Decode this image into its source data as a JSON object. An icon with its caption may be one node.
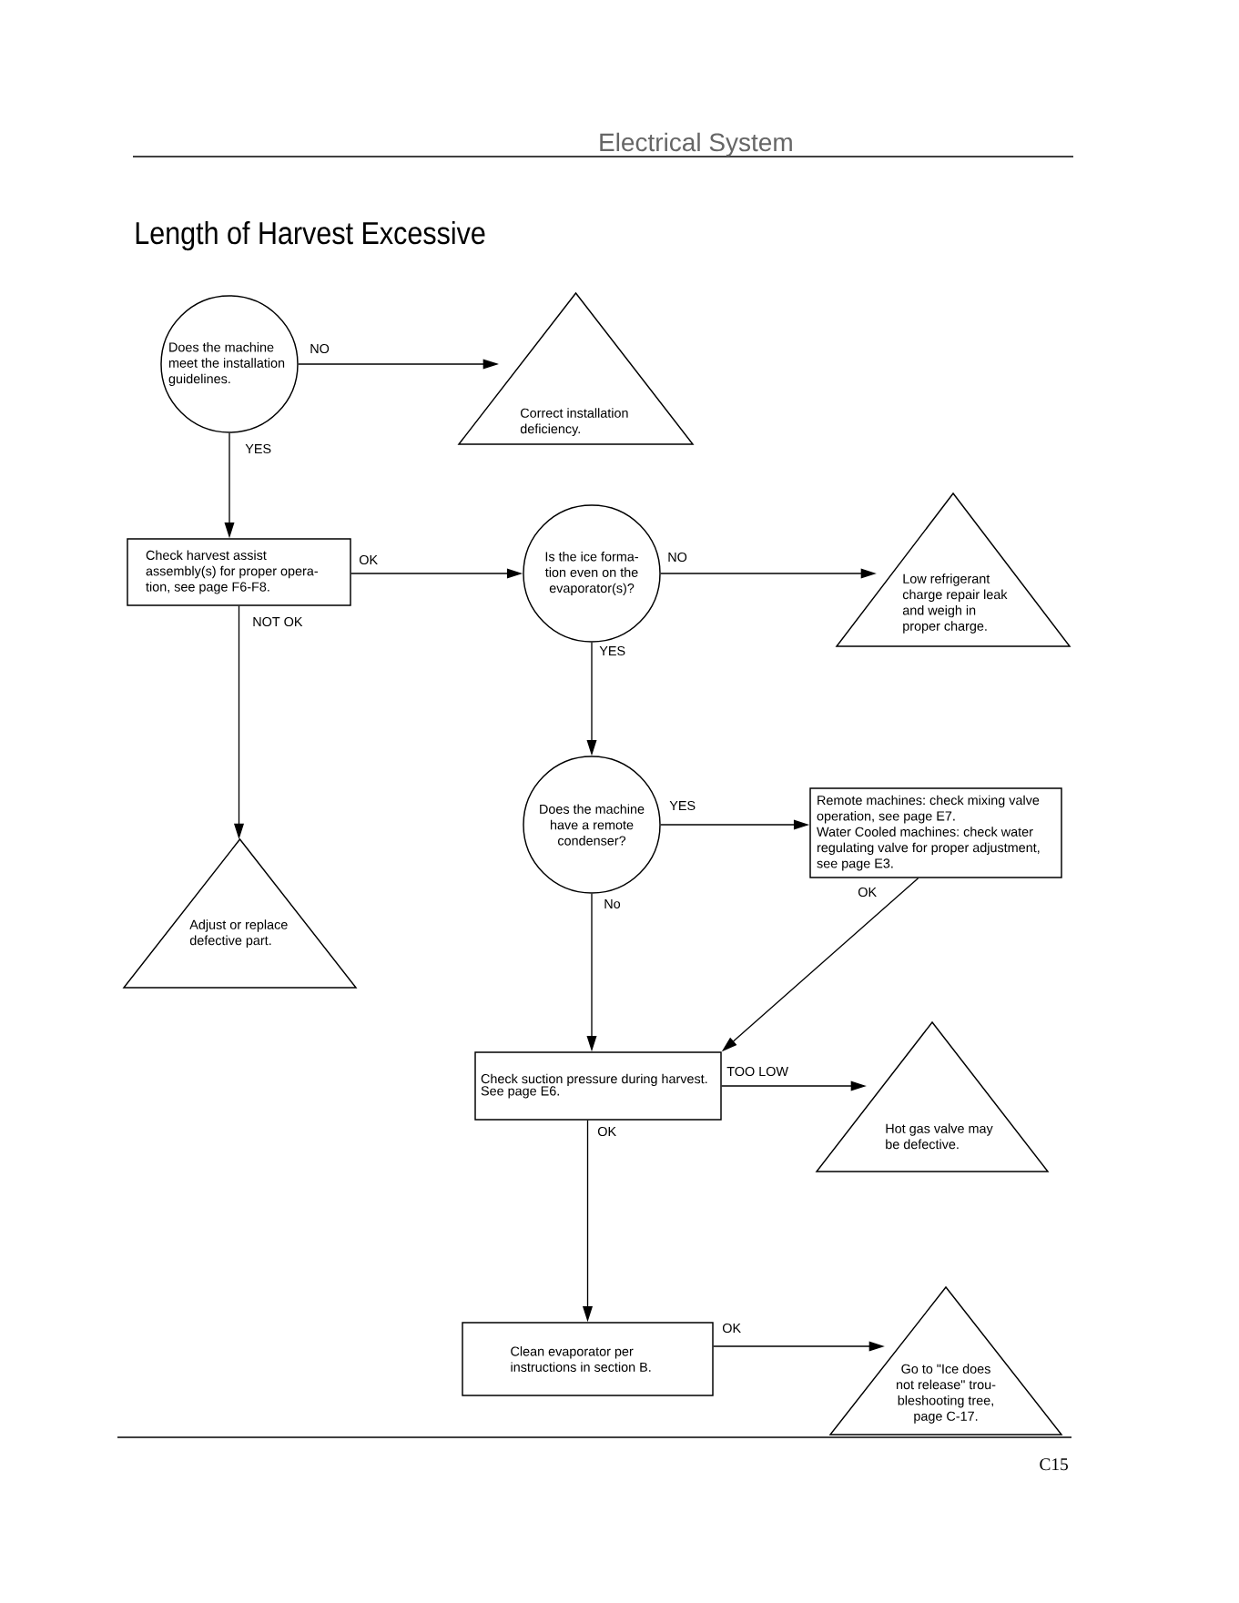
{
  "diagram": {
    "title": "Length of Harvest Excessive",
    "nodes": [
      {
        "text": [
          "Does the machine meet the installation guidelines."
        ]
      },
      {
        "text": [
          "Correct installation deficiency."
        ]
      },
      {
        "text": [
          "Check harvest assist assembly(s) for proper opera- tion, see page F6-F8."
        ]
      },
      {
        "text": [
          "Is the ice forma- tion even on the evaporator(s)?"
        ]
      },
      {
        "text": [
          "Low refrigerant charge repair leak and weigh in proper charge."
        ]
      },
      {
        "text": [
          "Does the machine have a remote condenser?"
        ]
      },
      {
        "text": [
          "Remote machines: check mixing valve operation, see page E7.",
          "Water Cooled machines: check water regulating valve for proper adjustment, see page E3."
        ]
      },
      {
        "text": [
          "Adjust or replace defective part."
        ]
      },
      {
        "text": [
          "Check suction pressure during harvest.",
          "See page E6."
        ]
      },
      {
        "text": [
          "Hot gas valve may be defective."
        ]
      },
      {
        "text": [
          "Clean evaporator per instructions in section B."
        ]
      },
      {
        "text": [
          "Go to \"Ice does not release\" trou- bleshooting tree, page C-17."
        ]
      }
    ],
    "edges": [
      {
        "from": 0,
        "to": 1,
        "arrow": "to",
        "label": "NO"
      },
      {
        "from": 0,
        "to": 2,
        "arrow": "to",
        "label": "YES"
      },
      {
        "from": 2,
        "to": 3,
        "arrow": "to",
        "label": "OK"
      },
      {
        "from": 2,
        "to": 7,
        "arrow": "to",
        "label": "NOT OK"
      },
      {
        "from": 3,
        "to": 4,
        "arrow": "to",
        "label": "NO"
      },
      {
        "from": 3,
        "to": 5,
        "arrow": "to",
        "label": "YES"
      },
      {
        "from": 5,
        "to": 6,
        "arrow": "to",
        "label": "YES"
      },
      {
        "from": 5,
        "to": 8,
        "arrow": "to",
        "label": "No"
      },
      {
        "from": 6,
        "to": 8,
        "arrow": "to",
        "label": "OK"
      },
      {
        "from": 8,
        "to": 9,
        "arrow": "to",
        "label": "TOO LOW"
      },
      {
        "from": 8,
        "to": 10,
        "arrow": "to",
        "label": "OK"
      },
      {
        "from": 10,
        "to": 11,
        "arrow": "to",
        "label": "OK"
      }
    ],
    "labels": [
      "Electrical System",
      "C15"
    ]
  }
}
